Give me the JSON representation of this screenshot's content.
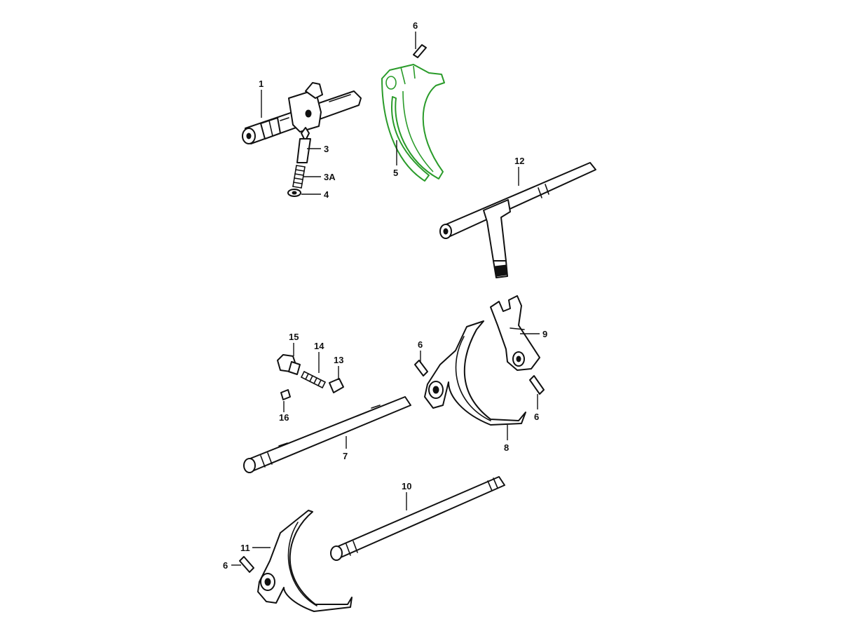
{
  "callouts": {
    "c1": "1",
    "c3": "3",
    "c3a": "3A",
    "c4": "4",
    "c5": "5",
    "c6a": "6",
    "c12": "12",
    "c15": "15",
    "c14": "14",
    "c13": "13",
    "c16": "16",
    "c6b": "6",
    "c9": "9",
    "c6c": "6",
    "c8": "8",
    "c7": "7",
    "c10": "10",
    "c11": "11",
    "c6d": "6"
  },
  "highlight": {
    "part": "5",
    "color": "#2a9b2a"
  }
}
